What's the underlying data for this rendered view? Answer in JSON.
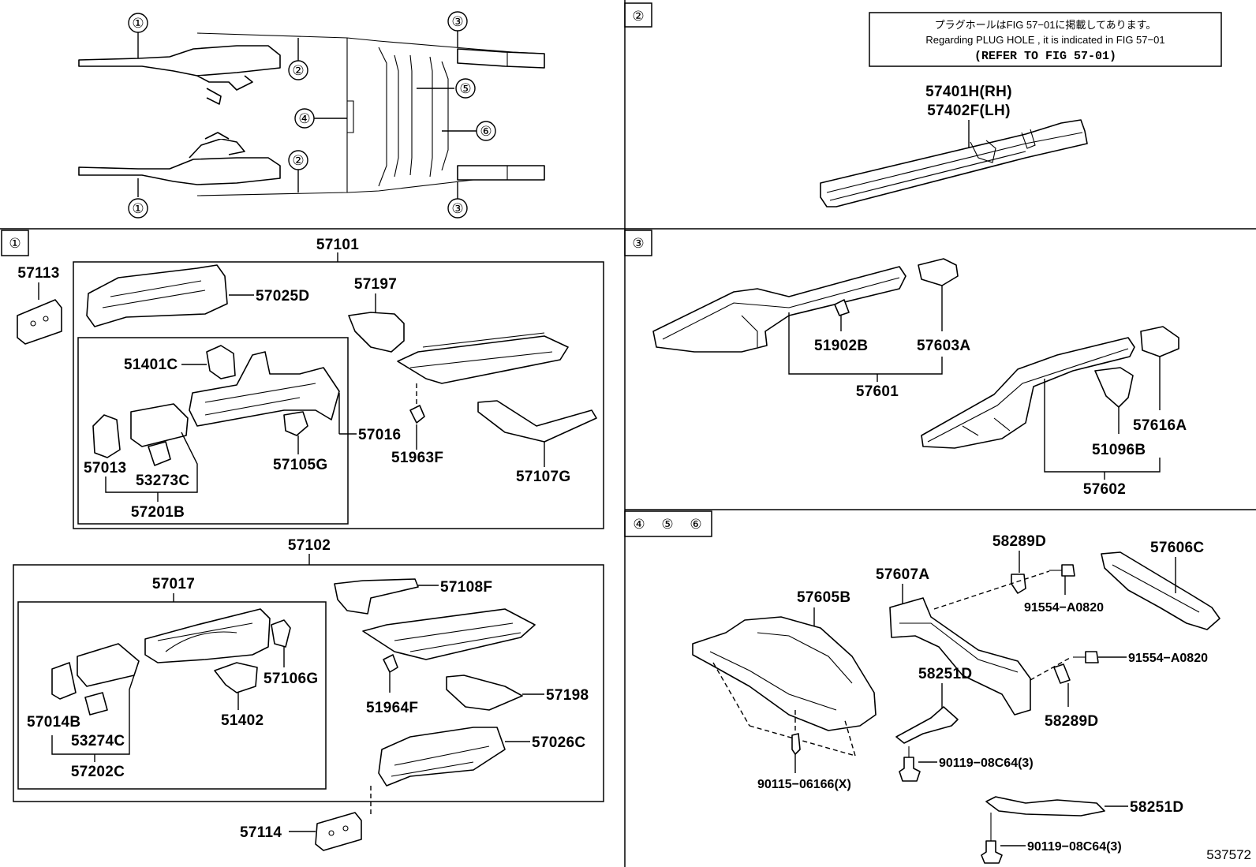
{
  "overview": {
    "callouts": [
      "①",
      "②",
      "③",
      "④",
      "⑤",
      "⑥",
      "②",
      "①",
      "③"
    ]
  },
  "section2": {
    "tag": "②",
    "note_jp": "プラグホールはFIG 57−01に掲載してあります。",
    "note_en": "Regarding  PLUG  HOLE , it is indicated in FIG  57−01",
    "note_ref": "(REFER TO FIG 57-01)",
    "label_rh": "57401H(RH)",
    "label_lh": "57402F(LH)"
  },
  "section1": {
    "tag": "①",
    "label_57101": "57101",
    "label_57113": "57113",
    "label_57025D": "57025D",
    "label_57197": "57197",
    "label_51401C": "51401C",
    "label_57016": "57016",
    "label_57013": "57013",
    "label_53273C": "53273C",
    "label_57105G": "57105G",
    "label_51963F": "51963F",
    "label_57107G": "57107G",
    "label_57201B": "57201B",
    "label_57102": "57102",
    "label_57017": "57017",
    "label_57108F": "57108F",
    "label_57106G": "57106G",
    "label_57014B": "57014B",
    "label_51402": "51402",
    "label_51964F": "51964F",
    "label_57198": "57198",
    "label_53274C": "53274C",
    "label_57026C": "57026C",
    "label_57202C": "57202C",
    "label_57114": "57114"
  },
  "section3": {
    "tag": "③",
    "label_51902B": "51902B",
    "label_57603A": "57603A",
    "label_57601": "57601",
    "label_57616A": "57616A",
    "label_51096B": "51096B",
    "label_57602": "57602"
  },
  "section456": {
    "tag4": "④",
    "tag5": "⑤",
    "tag6": "⑥",
    "label_58289D_top": "58289D",
    "label_57606C": "57606C",
    "label_57607A": "57607A",
    "label_91554_top": "91554−A0820",
    "label_57605B": "57605B",
    "label_91554_mid": "91554−A0820",
    "label_58251D_top": "58251D",
    "label_58289D_bot": "58289D",
    "label_90119_top": "90119−08C64(3)",
    "label_90115": "90115−06166(X)",
    "label_58251D_bot": "58251D",
    "label_90119_bot": "90119−08C64(3)"
  },
  "figure_id": "537572"
}
